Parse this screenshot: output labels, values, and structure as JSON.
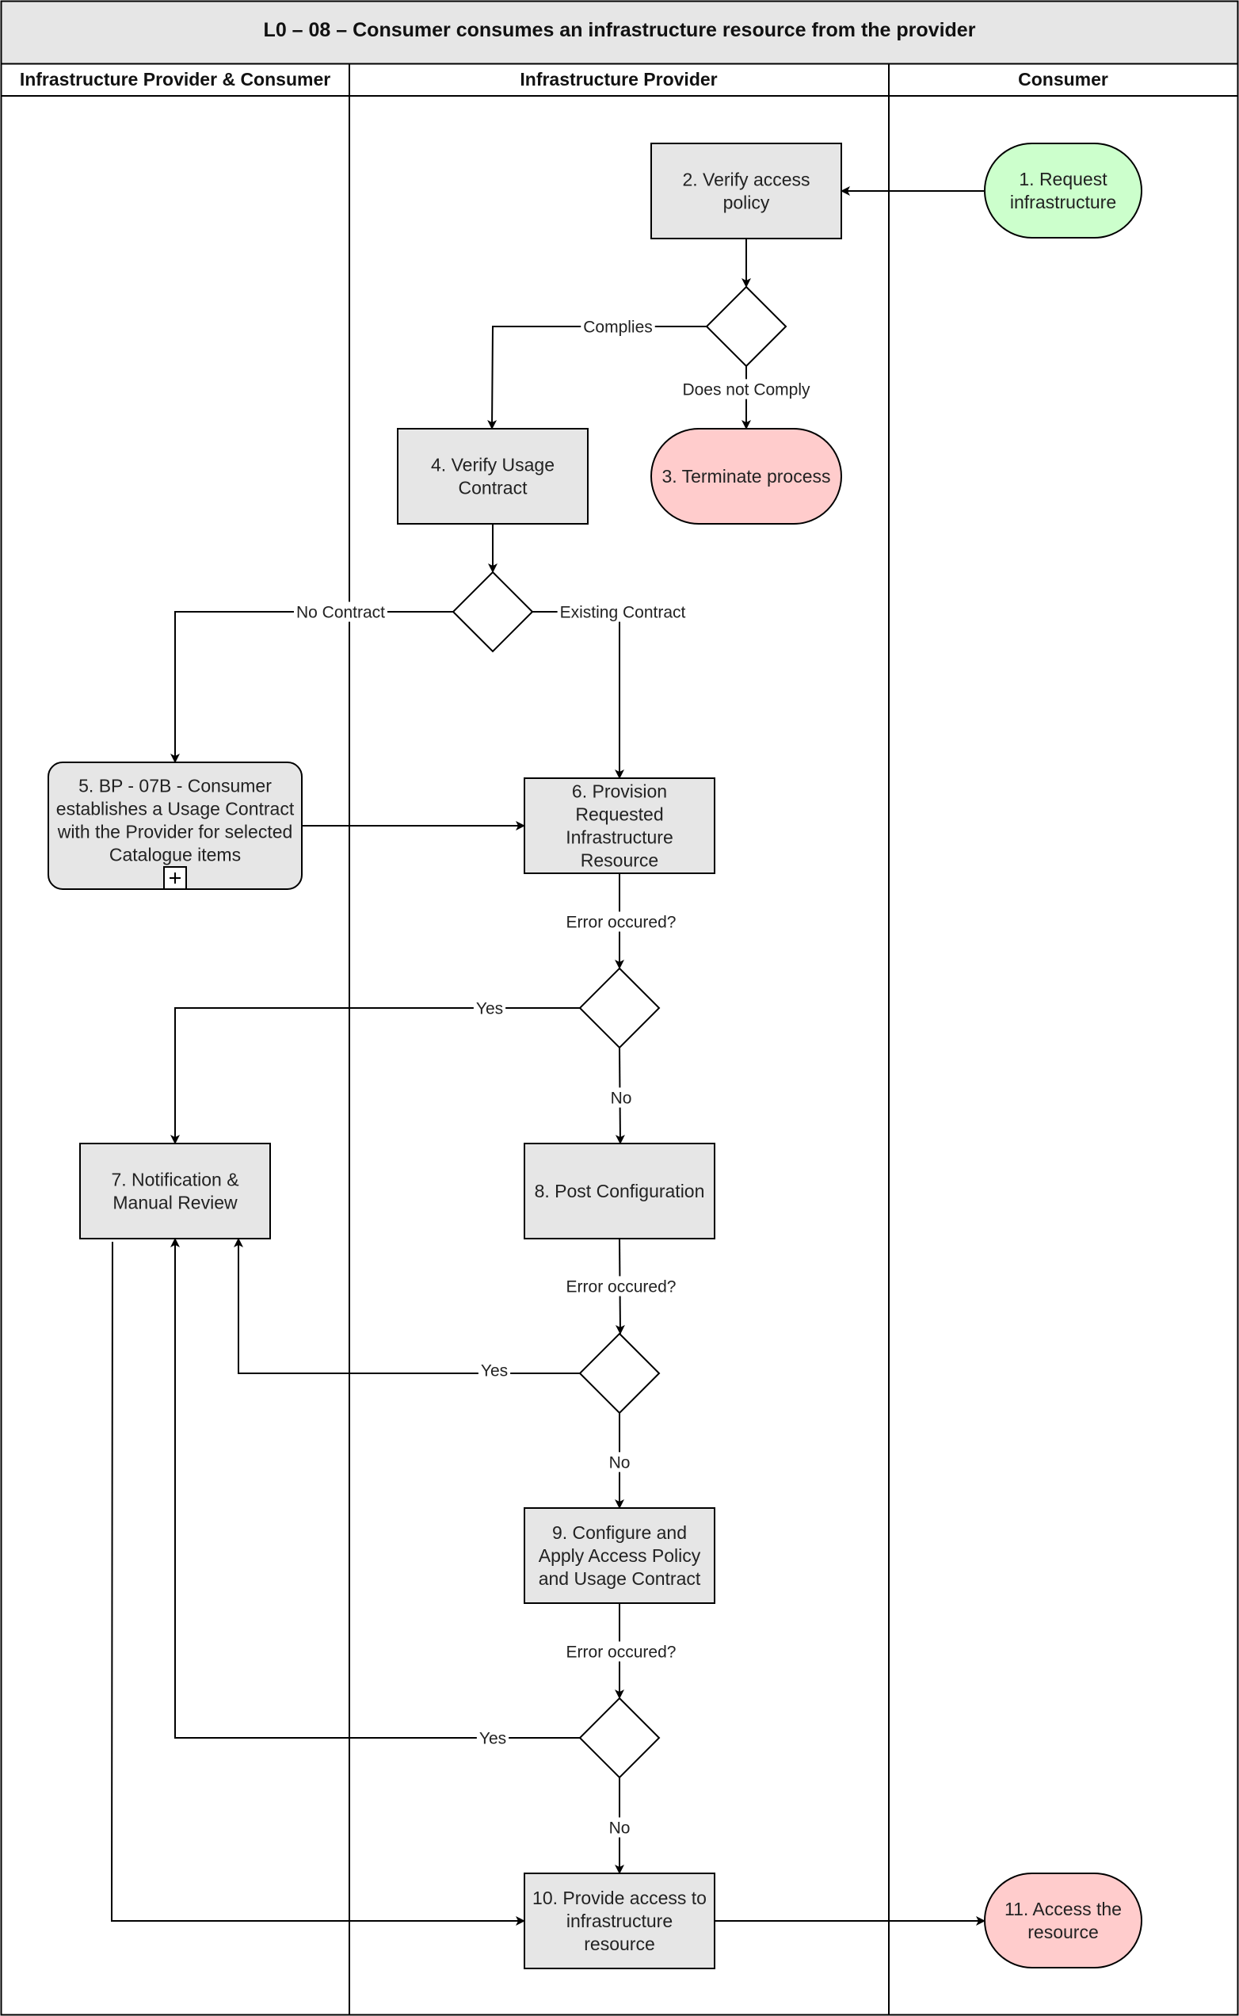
{
  "title": "L0 – 08 – Consumer consumes an infrastructure resource from the provider",
  "lanes": [
    {
      "name": "Infrastructure Provider & Consumer"
    },
    {
      "name": "Infrastructure Provider"
    },
    {
      "name": "Consumer"
    }
  ],
  "nodes": {
    "n1": {
      "lines": [
        "1. Request",
        "infrastructure"
      ],
      "shape": "terminator",
      "fill": "#ccffcc"
    },
    "n2": {
      "lines": [
        "2. Verify access",
        "policy"
      ],
      "shape": "task",
      "fill": "#e6e6e6"
    },
    "n3": {
      "lines": [
        "3. Terminate process"
      ],
      "shape": "terminator",
      "fill": "#ffcccc"
    },
    "n4": {
      "lines": [
        "4. Verify Usage",
        "Contract"
      ],
      "shape": "task",
      "fill": "#e6e6e6"
    },
    "n5": {
      "lines": [
        "5. BP - 07B - Consumer",
        "establishes a Usage Contract",
        "with the Provider for selected",
        "Catalogue items"
      ],
      "shape": "subprocess",
      "fill": "#e6e6e6"
    },
    "n6": {
      "lines": [
        "6. Provision",
        "Requested",
        "Infrastructure",
        "Resource"
      ],
      "shape": "task",
      "fill": "#e6e6e6"
    },
    "n7": {
      "lines": [
        "7. Notification &",
        "Manual Review"
      ],
      "shape": "task",
      "fill": "#e6e6e6"
    },
    "n8": {
      "lines": [
        "8. Post Configuration"
      ],
      "shape": "task",
      "fill": "#e6e6e6"
    },
    "n9": {
      "lines": [
        "9. Configure and",
        "Apply Access Policy",
        "and Usage Contract"
      ],
      "shape": "task",
      "fill": "#e6e6e6"
    },
    "n10": {
      "lines": [
        "10. Provide access to",
        "infrastructure",
        "resource"
      ],
      "shape": "task",
      "fill": "#e6e6e6"
    },
    "n11": {
      "lines": [
        "11. Access the",
        "resource"
      ],
      "shape": "terminator",
      "fill": "#ffcccc"
    }
  },
  "edge_labels": {
    "complies": "Complies",
    "does_not_comply": "Does not Comply",
    "no_contract": "No Contract",
    "existing_contract": "Existing Contract",
    "error_1": "Error occured?",
    "yes_1": "Yes",
    "no_1": "No",
    "error_2": "Error occured?",
    "yes_2": "Yes",
    "no_2": "No",
    "error_3": "Error occured?",
    "yes_3": "Yes",
    "no_3": "No"
  },
  "colors": {
    "header_fill": "#e6e6e6",
    "task_fill": "#e6e6e6",
    "start_fill": "#ccffcc",
    "end_fill": "#ffcccc",
    "line": "#000000"
  }
}
